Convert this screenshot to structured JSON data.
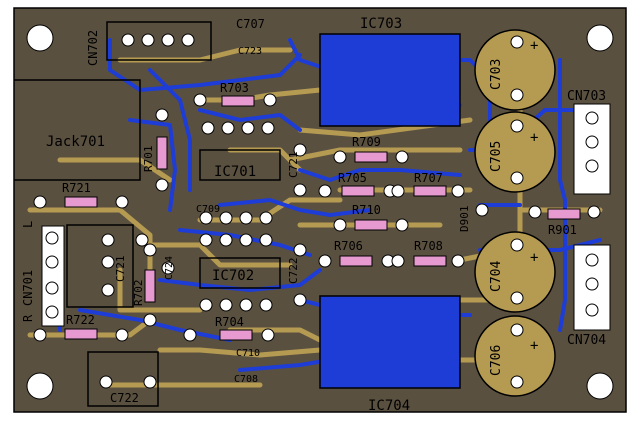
{
  "colors": {
    "board": "#5a5040",
    "copper_top": "#b59a52",
    "trace_blue": "#1e3cd6",
    "pad": "#ffffff",
    "resistor": "#e79ad0",
    "silk": "#000000"
  },
  "labels": {
    "cn702": "CN702",
    "c707": "C707",
    "c723": "C723",
    "ic703": "IC703",
    "c703": "C703",
    "cn703": "CN703",
    "r703": "R703",
    "jack701": "Jack701",
    "r701": "R701",
    "ic701": "IC701",
    "c721": "C721",
    "r709": "R709",
    "c705": "C705",
    "r705": "R705",
    "r707": "R707",
    "r721": "R721",
    "d901": "D901",
    "c709": "C709",
    "r710": "R710",
    "r901": "R901",
    "cn701": "CN701",
    "l_mark": "L",
    "r_mark": "R",
    "c721b": "C721",
    "c724": "C724",
    "r706": "R706",
    "r708": "R708",
    "c722a": "C722",
    "c704": "C704",
    "r702": "R702",
    "ic702": "IC702",
    "r722": "R722",
    "r704": "R704",
    "c710": "C710",
    "cn704": "CN704",
    "c708": "C708",
    "c706": "C706",
    "c722b": "C722",
    "ic704": "IC704"
  }
}
